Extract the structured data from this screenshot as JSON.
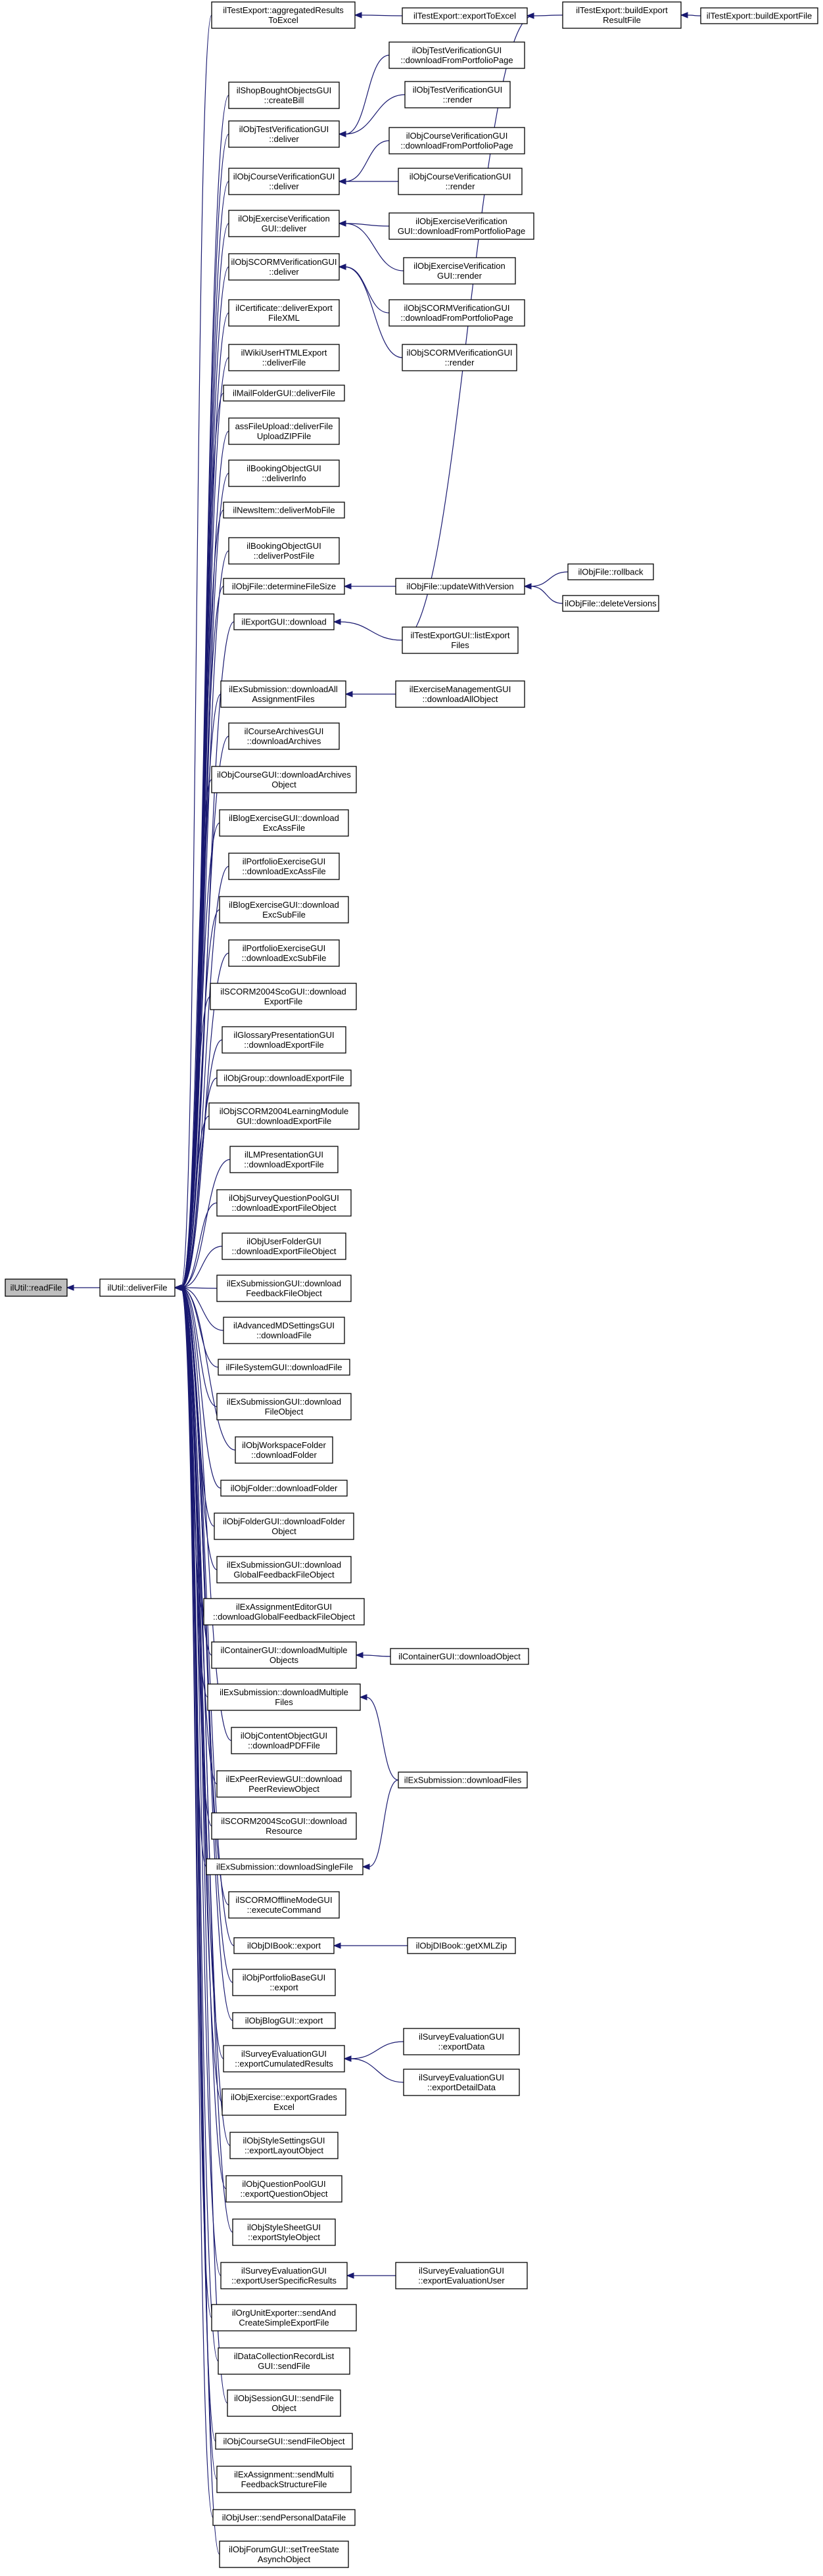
{
  "nodes": [
    {
      "id": "n0",
      "lines": [
        "ilUtil::readFile"
      ]
    },
    {
      "id": "n1",
      "lines": [
        "ilUtil::deliverFile"
      ]
    },
    {
      "id": "n2",
      "lines": [
        "ilTestExport::aggregatedResults",
        "ToExcel"
      ]
    },
    {
      "id": "n3",
      "lines": [
        "ilTestExport::exportToExcel"
      ]
    },
    {
      "id": "n4",
      "lines": [
        "ilTestExport::buildExport",
        "ResultFile"
      ]
    },
    {
      "id": "n5",
      "lines": [
        "ilTestExport::buildExportFile"
      ]
    },
    {
      "id": "n6",
      "lines": [
        "ilShopBoughtObjectsGUI",
        "::createBill"
      ]
    },
    {
      "id": "n7",
      "lines": [
        "ilObjTestVerificationGUI",
        "::deliver"
      ]
    },
    {
      "id": "n8",
      "lines": [
        "ilObjTestVerificationGUI",
        "::downloadFromPortfolioPage"
      ]
    },
    {
      "id": "n9",
      "lines": [
        "ilObjTestVerificationGUI",
        "::render"
      ]
    },
    {
      "id": "n10",
      "lines": [
        "ilObjCourseVerificationGUI",
        "::deliver"
      ]
    },
    {
      "id": "n11",
      "lines": [
        "ilObjCourseVerificationGUI",
        "::downloadFromPortfolioPage"
      ]
    },
    {
      "id": "n12",
      "lines": [
        "ilObjCourseVerificationGUI",
        "::render"
      ]
    },
    {
      "id": "n13",
      "lines": [
        "ilObjExerciseVerification",
        "GUI::deliver"
      ]
    },
    {
      "id": "n14",
      "lines": [
        "ilObjExerciseVerification",
        "GUI::downloadFromPortfolioPage"
      ]
    },
    {
      "id": "n15",
      "lines": [
        "ilObjExerciseVerification",
        "GUI::render"
      ]
    },
    {
      "id": "n16",
      "lines": [
        "ilObjSCORMVerificationGUI",
        "::deliver"
      ]
    },
    {
      "id": "n17",
      "lines": [
        "ilObjSCORMVerificationGUI",
        "::downloadFromPortfolioPage"
      ]
    },
    {
      "id": "n18",
      "lines": [
        "ilObjSCORMVerificationGUI",
        "::render"
      ]
    },
    {
      "id": "n19",
      "lines": [
        "ilCertificate::deliverExport",
        "FileXML"
      ]
    },
    {
      "id": "n20",
      "lines": [
        "ilWikiUserHTMLExport",
        "::deliverFile"
      ]
    },
    {
      "id": "n21",
      "lines": [
        "ilMailFolderGUI::deliverFile"
      ]
    },
    {
      "id": "n22",
      "lines": [
        "assFileUpload::deliverFile",
        "UploadZIPFile"
      ]
    },
    {
      "id": "n23",
      "lines": [
        "ilBookingObjectGUI",
        "::deliverInfo"
      ]
    },
    {
      "id": "n24",
      "lines": [
        "ilNewsItem::deliverMobFile"
      ]
    },
    {
      "id": "n25",
      "lines": [
        "ilBookingObjectGUI",
        "::deliverPostFile"
      ]
    },
    {
      "id": "n26",
      "lines": [
        "ilObjFile::determineFileSize"
      ]
    },
    {
      "id": "n27",
      "lines": [
        "ilObjFile::updateWithVersion"
      ]
    },
    {
      "id": "n28",
      "lines": [
        "ilObjFile::rollback"
      ]
    },
    {
      "id": "n29",
      "lines": [
        "ilObjFile::deleteVersions"
      ]
    },
    {
      "id": "n30",
      "lines": [
        "ilExportGUI::download"
      ]
    },
    {
      "id": "n31",
      "lines": [
        "ilTestExportGUI::listExport",
        "Files"
      ]
    },
    {
      "id": "n32",
      "lines": [
        "ilExSubmission::downloadAll",
        "AssignmentFiles"
      ]
    },
    {
      "id": "n33",
      "lines": [
        "ilExerciseManagementGUI",
        "::downloadAllObject"
      ]
    },
    {
      "id": "n34",
      "lines": [
        "ilCourseArchivesGUI",
        "::downloadArchives"
      ]
    },
    {
      "id": "n35",
      "lines": [
        "ilObjCourseGUI::downloadArchives",
        "Object"
      ]
    },
    {
      "id": "n36",
      "lines": [
        "ilBlogExerciseGUI::download",
        "ExcAssFile"
      ]
    },
    {
      "id": "n37",
      "lines": [
        "ilPortfolioExerciseGUI",
        "::downloadExcAssFile"
      ]
    },
    {
      "id": "n38",
      "lines": [
        "ilBlogExerciseGUI::download",
        "ExcSubFile"
      ]
    },
    {
      "id": "n39",
      "lines": [
        "ilPortfolioExerciseGUI",
        "::downloadExcSubFile"
      ]
    },
    {
      "id": "n40",
      "lines": [
        "ilSCORM2004ScoGUI::download",
        "ExportFile"
      ]
    },
    {
      "id": "n41",
      "lines": [
        "ilGlossaryPresentationGUI",
        "::downloadExportFile"
      ]
    },
    {
      "id": "n42",
      "lines": [
        "ilObjGroup::downloadExportFile"
      ]
    },
    {
      "id": "n43",
      "lines": [
        "ilObjSCORM2004LearningModule",
        "GUI::downloadExportFile"
      ]
    },
    {
      "id": "n44",
      "lines": [
        "ilLMPresentationGUI",
        "::downloadExportFile"
      ]
    },
    {
      "id": "n45",
      "lines": [
        "ilObjSurveyQuestionPoolGUI",
        "::downloadExportFileObject"
      ]
    },
    {
      "id": "n46",
      "lines": [
        "ilObjUserFolderGUI",
        "::downloadExportFileObject"
      ]
    },
    {
      "id": "n47",
      "lines": [
        "ilExSubmissionGUI::download",
        "FeedbackFileObject"
      ]
    },
    {
      "id": "n48",
      "lines": [
        "ilAdvancedMDSettingsGUI",
        "::downloadFile"
      ]
    },
    {
      "id": "n49",
      "lines": [
        "ilFileSystemGUI::downloadFile"
      ]
    },
    {
      "id": "n50",
      "lines": [
        "ilExSubmissionGUI::download",
        "FileObject"
      ]
    },
    {
      "id": "n51",
      "lines": [
        "ilObjWorkspaceFolder",
        "::downloadFolder"
      ]
    },
    {
      "id": "n52",
      "lines": [
        "ilObjFolder::downloadFolder"
      ]
    },
    {
      "id": "n53",
      "lines": [
        "ilObjFolderGUI::downloadFolder",
        "Object"
      ]
    },
    {
      "id": "n54",
      "lines": [
        "ilExSubmissionGUI::download",
        "GlobalFeedbackFileObject"
      ]
    },
    {
      "id": "n55",
      "lines": [
        "ilExAssignmentEditorGUI",
        "::downloadGlobalFeedbackFileObject"
      ]
    },
    {
      "id": "n56",
      "lines": [
        "ilContainerGUI::downloadMultiple",
        "Objects"
      ]
    },
    {
      "id": "n57",
      "lines": [
        "ilContainerGUI::downloadObject"
      ]
    },
    {
      "id": "n58",
      "lines": [
        "ilExSubmission::downloadMultiple",
        "Files"
      ]
    },
    {
      "id": "n59",
      "lines": [
        "ilObjContentObjectGUI",
        "::downloadPDFFile"
      ]
    },
    {
      "id": "n60",
      "lines": [
        "ilExPeerReviewGUI::download",
        "PeerReviewObject"
      ]
    },
    {
      "id": "n61",
      "lines": [
        "ilSCORM2004ScoGUI::download",
        "Resource"
      ]
    },
    {
      "id": "n62",
      "lines": [
        "ilExSubmission::downloadSingleFile"
      ]
    },
    {
      "id": "n63",
      "lines": [
        "ilExSubmission::downloadFiles"
      ]
    },
    {
      "id": "n64",
      "lines": [
        "ilSCORMOfflineModeGUI",
        "::executeCommand"
      ]
    },
    {
      "id": "n65",
      "lines": [
        "ilObjDIBook::export"
      ]
    },
    {
      "id": "n66",
      "lines": [
        "ilObjDIBook::getXMLZip"
      ]
    },
    {
      "id": "n67",
      "lines": [
        "ilObjPortfolioBaseGUI",
        "::export"
      ]
    },
    {
      "id": "n68",
      "lines": [
        "ilObjBlogGUI::export"
      ]
    },
    {
      "id": "n69",
      "lines": [
        "ilSurveyEvaluationGUI",
        "::exportCumulatedResults"
      ]
    },
    {
      "id": "n70",
      "lines": [
        "ilSurveyEvaluationGUI",
        "::exportData"
      ]
    },
    {
      "id": "n71",
      "lines": [
        "ilSurveyEvaluationGUI",
        "::exportDetailData"
      ]
    },
    {
      "id": "n72",
      "lines": [
        "ilObjExercise::exportGrades",
        "Excel"
      ]
    },
    {
      "id": "n73",
      "lines": [
        "ilObjStyleSettingsGUI",
        "::exportLayoutObject"
      ]
    },
    {
      "id": "n74",
      "lines": [
        "ilObjQuestionPoolGUI",
        "::exportQuestionObject"
      ]
    },
    {
      "id": "n75",
      "lines": [
        "ilObjStyleSheetGUI",
        "::exportStyleObject"
      ]
    },
    {
      "id": "n76",
      "lines": [
        "ilSurveyEvaluationGUI",
        "::exportUserSpecificResults"
      ]
    },
    {
      "id": "n77",
      "lines": [
        "ilSurveyEvaluationGUI",
        "::exportEvaluationUser"
      ]
    },
    {
      "id": "n78",
      "lines": [
        "ilOrgUnitExporter::sendAnd",
        "CreateSimpleExportFile"
      ]
    },
    {
      "id": "n79",
      "lines": [
        "ilDataCollectionRecordList",
        "GUI::sendFile"
      ]
    },
    {
      "id": "n80",
      "lines": [
        "ilObjSessionGUI::sendFile",
        "Object"
      ]
    },
    {
      "id": "n81",
      "lines": [
        "ilObjCourseGUI::sendFileObject"
      ]
    },
    {
      "id": "n82",
      "lines": [
        "ilExAssignment::sendMulti",
        "FeedbackStructureFile"
      ]
    },
    {
      "id": "n83",
      "lines": [
        "ilObjUser::sendPersonalDataFile"
      ]
    },
    {
      "id": "n84",
      "lines": [
        "ilObjForumGUI::setTreeState",
        "AsynchObject"
      ]
    }
  ],
  "edges": [
    [
      "n1",
      "n0"
    ],
    [
      "n2",
      "n1"
    ],
    [
      "n3",
      "n2"
    ],
    [
      "n4",
      "n3"
    ],
    [
      "n5",
      "n4"
    ],
    [
      "n6",
      "n1"
    ],
    [
      "n7",
      "n1"
    ],
    [
      "n8",
      "n7"
    ],
    [
      "n9",
      "n7"
    ],
    [
      "n10",
      "n1"
    ],
    [
      "n11",
      "n10"
    ],
    [
      "n12",
      "n10"
    ],
    [
      "n13",
      "n1"
    ],
    [
      "n14",
      "n13"
    ],
    [
      "n15",
      "n13"
    ],
    [
      "n16",
      "n1"
    ],
    [
      "n17",
      "n16"
    ],
    [
      "n18",
      "n16"
    ],
    [
      "n19",
      "n1"
    ],
    [
      "n20",
      "n1"
    ],
    [
      "n21",
      "n1"
    ],
    [
      "n22",
      "n1"
    ],
    [
      "n23",
      "n1"
    ],
    [
      "n24",
      "n1"
    ],
    [
      "n25",
      "n1"
    ],
    [
      "n26",
      "n1"
    ],
    [
      "n27",
      "n26"
    ],
    [
      "n28",
      "n27"
    ],
    [
      "n29",
      "n27"
    ],
    [
      "n30",
      "n1"
    ],
    [
      "n31",
      "n30"
    ],
    [
      "n31",
      "n3"
    ],
    [
      "n32",
      "n1"
    ],
    [
      "n33",
      "n32"
    ],
    [
      "n34",
      "n1"
    ],
    [
      "n35",
      "n1"
    ],
    [
      "n36",
      "n1"
    ],
    [
      "n37",
      "n1"
    ],
    [
      "n38",
      "n1"
    ],
    [
      "n39",
      "n1"
    ],
    [
      "n40",
      "n1"
    ],
    [
      "n41",
      "n1"
    ],
    [
      "n42",
      "n1"
    ],
    [
      "n43",
      "n1"
    ],
    [
      "n44",
      "n1"
    ],
    [
      "n45",
      "n1"
    ],
    [
      "n46",
      "n1"
    ],
    [
      "n47",
      "n1"
    ],
    [
      "n48",
      "n1"
    ],
    [
      "n49",
      "n1"
    ],
    [
      "n50",
      "n1"
    ],
    [
      "n51",
      "n1"
    ],
    [
      "n52",
      "n1"
    ],
    [
      "n53",
      "n1"
    ],
    [
      "n54",
      "n1"
    ],
    [
      "n55",
      "n1"
    ],
    [
      "n56",
      "n1"
    ],
    [
      "n57",
      "n56"
    ],
    [
      "n58",
      "n1"
    ],
    [
      "n63",
      "n58"
    ],
    [
      "n59",
      "n1"
    ],
    [
      "n60",
      "n1"
    ],
    [
      "n61",
      "n1"
    ],
    [
      "n62",
      "n1"
    ],
    [
      "n63",
      "n62"
    ],
    [
      "n64",
      "n1"
    ],
    [
      "n65",
      "n1"
    ],
    [
      "n66",
      "n65"
    ],
    [
      "n67",
      "n1"
    ],
    [
      "n68",
      "n1"
    ],
    [
      "n69",
      "n1"
    ],
    [
      "n70",
      "n69"
    ],
    [
      "n71",
      "n69"
    ],
    [
      "n72",
      "n1"
    ],
    [
      "n73",
      "n1"
    ],
    [
      "n74",
      "n1"
    ],
    [
      "n75",
      "n1"
    ],
    [
      "n76",
      "n1"
    ],
    [
      "n77",
      "n76"
    ],
    [
      "n78",
      "n1"
    ],
    [
      "n79",
      "n1"
    ],
    [
      "n80",
      "n1"
    ],
    [
      "n81",
      "n1"
    ],
    [
      "n82",
      "n1"
    ],
    [
      "n83",
      "n1"
    ],
    [
      "n84",
      "n1"
    ]
  ]
}
